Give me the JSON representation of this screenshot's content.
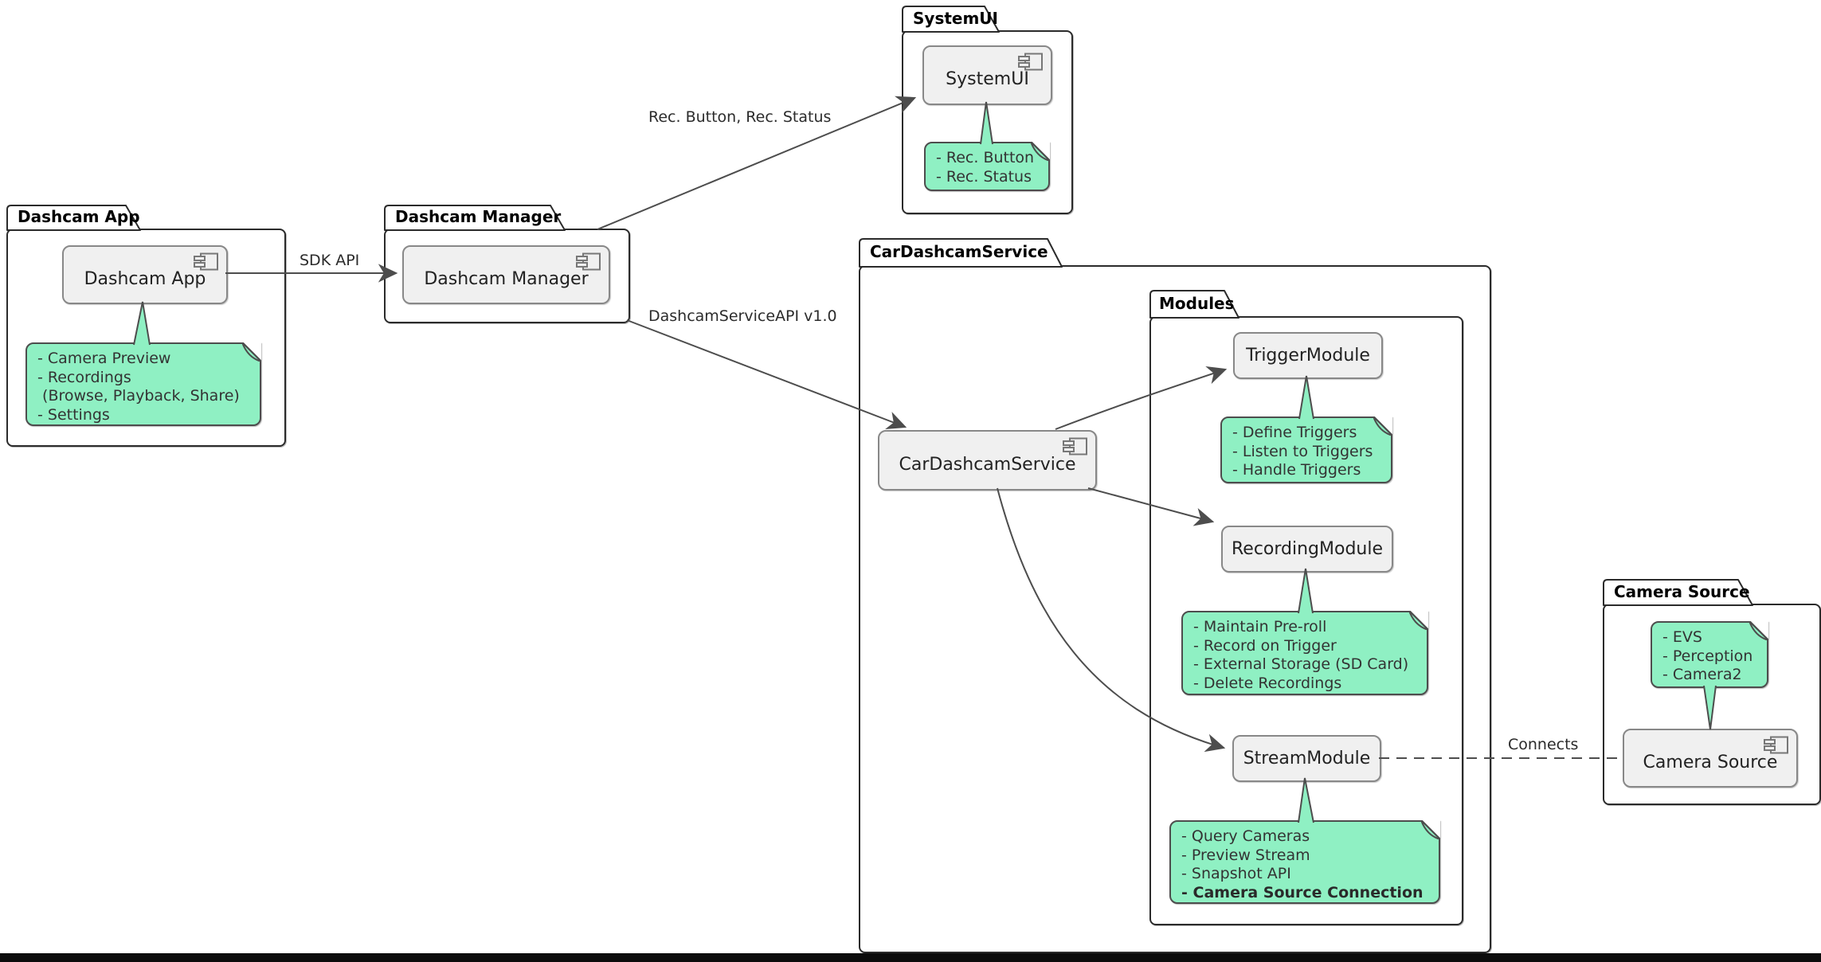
{
  "packages": {
    "dashcam_app": {
      "title": "Dashcam App"
    },
    "dashcam_manager": {
      "title": "Dashcam Manager"
    },
    "systemui": {
      "title": "SystemUI"
    },
    "car_dashcam_service": {
      "title": "CarDashcamService"
    },
    "modules": {
      "title": "Modules"
    },
    "camera_source": {
      "title": "Camera Source"
    }
  },
  "components": {
    "dashcam_app": {
      "label": "Dashcam App"
    },
    "dashcam_manager": {
      "label": "Dashcam Manager"
    },
    "systemui": {
      "label": "SystemUI"
    },
    "car_dashcam_service": {
      "label": "CarDashcamService"
    },
    "trigger_module": {
      "label": "TriggerModule"
    },
    "recording_module": {
      "label": "RecordingModule"
    },
    "stream_module": {
      "label": "StreamModule"
    },
    "camera_source": {
      "label": "Camera Source"
    }
  },
  "notes": {
    "dashcam_app": {
      "lines": [
        "- Camera Preview",
        "- Recordings",
        " (Browse, Playback, Share)",
        "- Settings"
      ]
    },
    "systemui": {
      "lines": [
        "- Rec. Button",
        "- Rec. Status"
      ]
    },
    "trigger_module": {
      "lines": [
        "- Define Triggers",
        "- Listen to Triggers",
        "- Handle Triggers"
      ]
    },
    "recording_module": {
      "lines": [
        "- Maintain Pre-roll",
        "- Record on Trigger",
        "- External Storage (SD Card)",
        "- Delete Recordings"
      ]
    },
    "stream_module": {
      "lines": [
        "- Query Cameras",
        "- Preview Stream",
        "- Snapshot API",
        "- Camera Source Connection"
      ],
      "bold_line_index": 3
    },
    "camera_source": {
      "lines": [
        "- EVS",
        "- Perception",
        "- Camera2"
      ]
    }
  },
  "edges": {
    "sdk_api": {
      "label": "SDK API",
      "style": "solid-arrow"
    },
    "rec_button_status": {
      "label": "Rec. Button, Rec. Status",
      "style": "solid-arrow"
    },
    "dashcam_service_api": {
      "label": "DashcamServiceAPI v1.0",
      "style": "solid-arrow"
    },
    "to_trigger_module": {
      "label": "",
      "style": "solid-arrow"
    },
    "to_recording_module": {
      "label": "",
      "style": "solid-arrow"
    },
    "to_stream_module": {
      "label": "",
      "style": "solid-arrow"
    },
    "connects": {
      "label": "Connects",
      "style": "dashed"
    }
  },
  "colors": {
    "note_fill": "#8FF0C3",
    "note_border": "#4D4D4D",
    "component_fill": "#F0F0F0",
    "component_border": "#888888",
    "package_border": "#2B2B2B",
    "edge_color": "#4D4D4D",
    "background": "#FFFFFF",
    "bottom_bar": "#0C0C0C"
  }
}
